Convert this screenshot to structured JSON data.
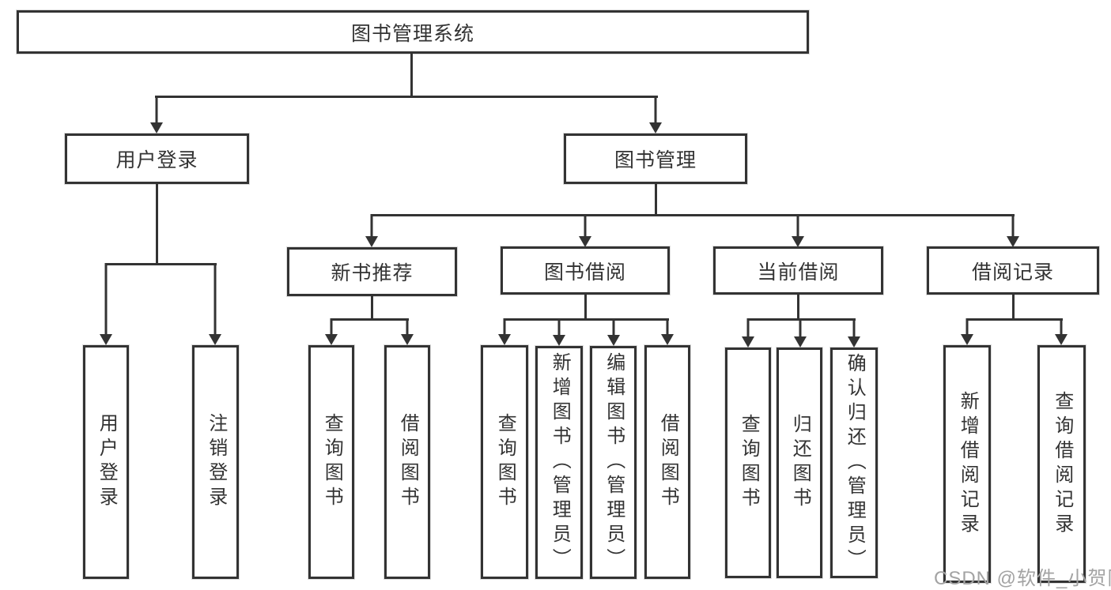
{
  "diagram": {
    "root": {
      "label": "图书管理系统"
    },
    "level2": [
      {
        "label": "用户登录"
      },
      {
        "label": "图书管理"
      }
    ],
    "level3": [
      {
        "label": "新书推荐"
      },
      {
        "label": "图书借阅"
      },
      {
        "label": "当前借阅"
      },
      {
        "label": "借阅记录"
      }
    ],
    "leaves": {
      "user_login": [
        {
          "label": "用户登录"
        },
        {
          "label": "注销登录"
        }
      ],
      "new_books": [
        {
          "label": "查询图书"
        },
        {
          "label": "借阅图书"
        }
      ],
      "book_borrow": [
        {
          "label": "查询图书"
        },
        {
          "label": "新增图书（管理员）"
        },
        {
          "label": "编辑图书（管理员）"
        },
        {
          "label": "借阅图书"
        }
      ],
      "current_borrow": [
        {
          "label": "查询图书"
        },
        {
          "label": "归还图书"
        },
        {
          "label": "确认归还（管理员）"
        }
      ],
      "borrow_records": [
        {
          "label": "新增借阅记录"
        },
        {
          "label": "查询借阅记录"
        }
      ]
    },
    "colors": {
      "border": "#333333",
      "text": "#333333",
      "background": "#ffffff",
      "watermark": "#a3a3a3"
    }
  },
  "watermark": {
    "text": "CSDN @软件_小贺同学"
  }
}
